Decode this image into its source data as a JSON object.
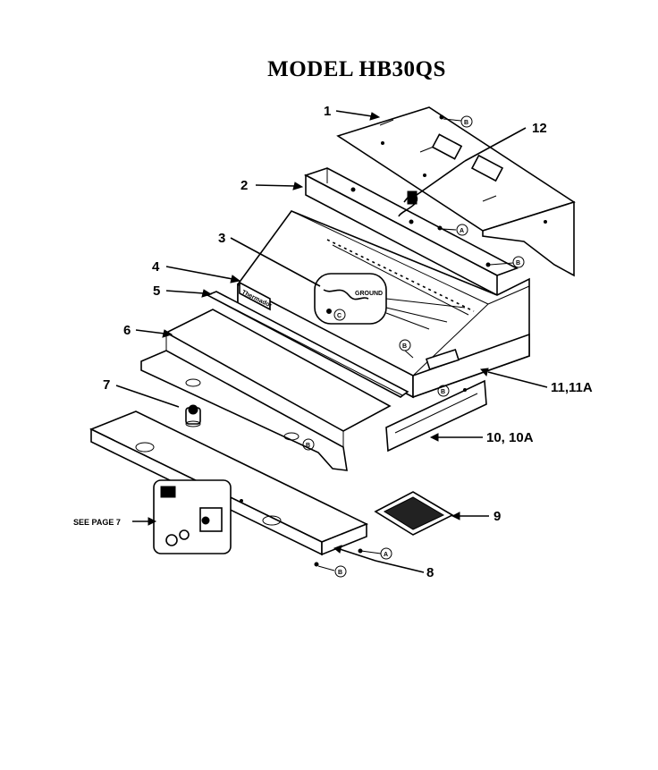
{
  "title": "MODEL HB30QS",
  "callouts": {
    "p1": "1",
    "p2": "2",
    "p3": "3",
    "p4": "4",
    "p5": "5",
    "p6": "6",
    "p7": "7",
    "p8": "8",
    "p9": "9",
    "p10": "10, 10A",
    "p11": "11,11A",
    "p12": "12",
    "see_page": "SEE PAGE 7"
  },
  "hardware_refs": {
    "a": "A",
    "b": "B",
    "c": "C"
  },
  "detail_texts": {
    "ground": "GROUND",
    "brand": "Thermador"
  }
}
